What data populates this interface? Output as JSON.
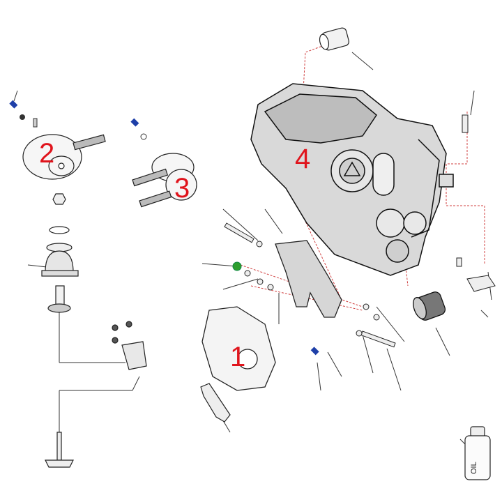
{
  "diagram": {
    "type": "exploded-parts-view",
    "callouts": [
      {
        "id": "1",
        "label": "1",
        "part": "gearbox-cover"
      },
      {
        "id": "2",
        "label": "2",
        "part": "engine-mount-left"
      },
      {
        "id": "3",
        "label": "3",
        "part": "engine-mount-right"
      },
      {
        "id": "4",
        "label": "4",
        "part": "engine-assembly"
      }
    ],
    "oil_bottle_label": "OIL",
    "colors": {
      "callout": "#e0141c",
      "leader_dashed": "#d04040",
      "bolt_blue": "#1e3fa8",
      "bolt_green": "#2e9e2e",
      "line": "#222222"
    }
  }
}
